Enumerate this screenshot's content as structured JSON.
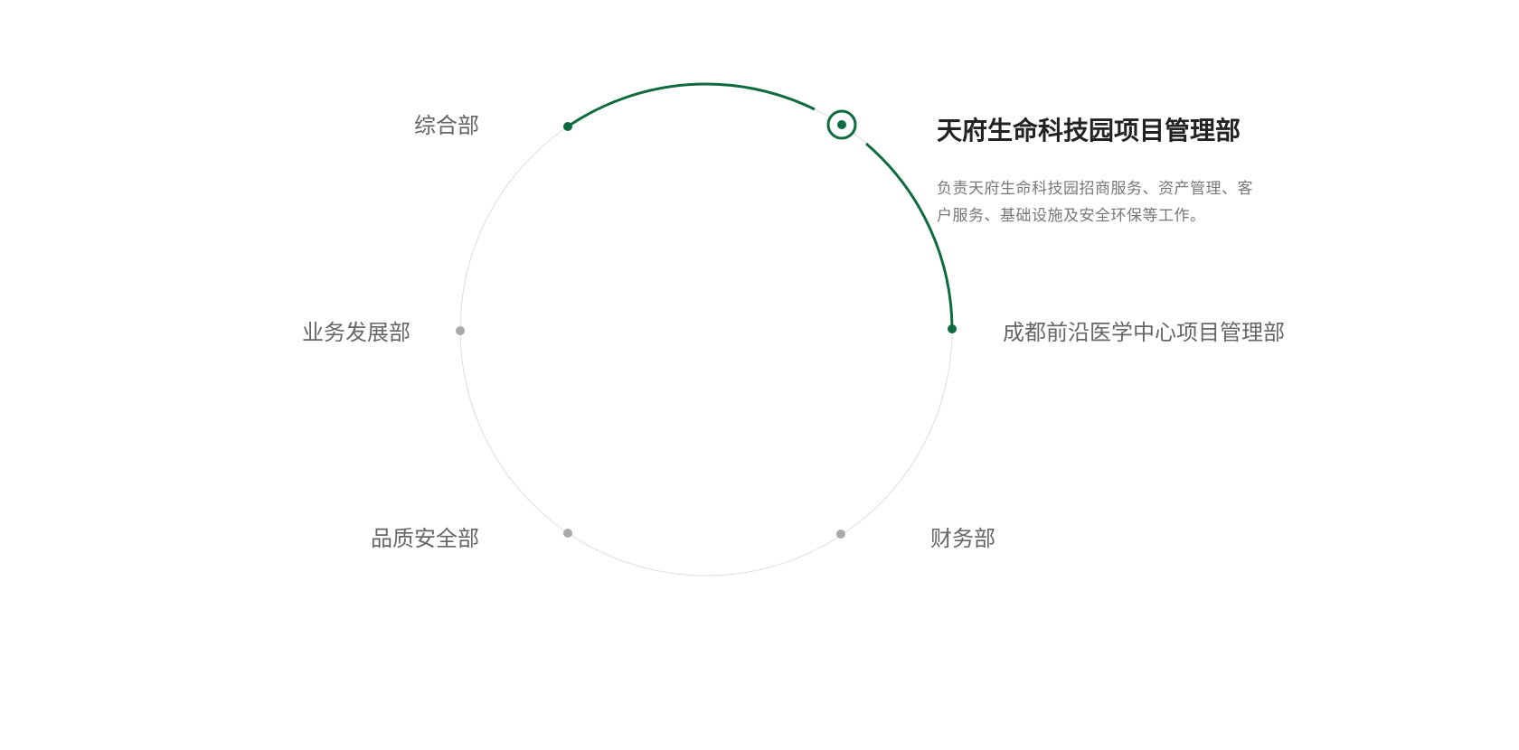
{
  "colors": {
    "accent": "#0d6b3f",
    "inactive": "#aaaaaa",
    "track": "#dddddd"
  },
  "departments": [
    {
      "name": "综合部",
      "state": "passed"
    },
    {
      "name": "天府生命科技园项目管理部",
      "state": "active"
    },
    {
      "name": "成都前沿医学中心项目管理部",
      "state": "passed"
    },
    {
      "name": "财务部",
      "state": "inactive"
    },
    {
      "name": "品质安全部",
      "state": "inactive"
    },
    {
      "name": "业务发展部",
      "state": "inactive"
    }
  ],
  "active": {
    "title": "天府生命科技园项目管理部",
    "description": "负责天府生命科技园招商服务、资产管理、客户服务、基础设施及安全环保等工作。"
  }
}
